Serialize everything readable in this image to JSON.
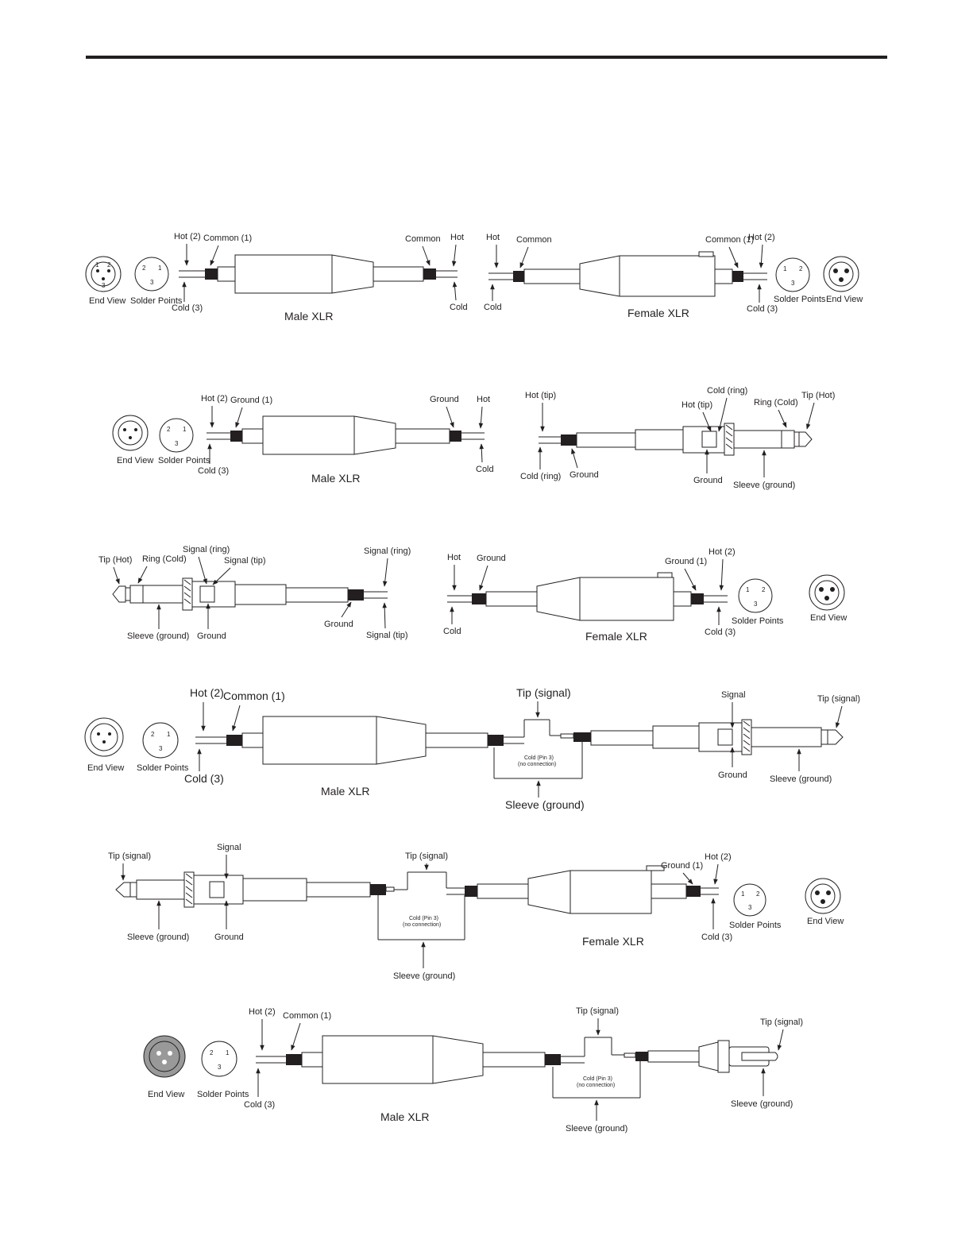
{
  "colors": {
    "ink": "#231f20",
    "paper": "#ffffff",
    "connector_fill": "#999999"
  },
  "diagram_1": {
    "male_xlr": {
      "hot": "Hot (2)",
      "common": "Common (1)",
      "cold": "Cold (3)",
      "end_view": "End View",
      "solder_points": "Solder Points",
      "title": "Male XLR",
      "far_common": "Common",
      "far_hot": "Hot",
      "far_cold": "Cold"
    },
    "female_xlr": {
      "hot": "Hot",
      "common": "Common",
      "cold": "Cold",
      "near_common": "Common (1)",
      "near_hot": "Hot (2)",
      "near_cold": "Cold (3)",
      "solder_points": "Solder Points",
      "end_view": "End View",
      "title": "Female XLR"
    }
  },
  "diagram_2": {
    "male_xlr": {
      "hot": "Hot (2)",
      "ground": "Ground (1)",
      "cold": "Cold (3)",
      "end_view": "End View",
      "solder_points": "Solder Points",
      "title": "Male XLR",
      "far_ground": "Ground",
      "far_hot": "Hot",
      "far_cold": "Cold"
    },
    "trs": {
      "hot_tip": "Hot (tip)",
      "cold_ring": "Cold (ring)",
      "ground": "Ground",
      "inner_hot_tip": "Hot (tip)",
      "inner_cold_ring": "Cold (ring)",
      "ring_cold": "Ring (Cold)",
      "tip_hot": "Tip (Hot)",
      "inner_ground": "Ground",
      "sleeve": "Sleeve (ground)"
    }
  },
  "diagram_3": {
    "trs": {
      "tip_hot": "Tip (Hot)",
      "ring_cold": "Ring (Cold)",
      "signal_ring": "Signal (ring)",
      "signal_tip": "Signal (tip)",
      "sleeve": "Sleeve (ground)",
      "ground": "Ground",
      "far_signal_ring": "Signal (ring)",
      "far_ground": "Ground",
      "far_signal_tip": "Signal (tip)"
    },
    "female_xlr": {
      "hot": "Hot",
      "ground": "Ground",
      "cold": "Cold",
      "near_ground": "Ground (1)",
      "near_hot": "Hot (2)",
      "near_cold": "Cold (3)",
      "solder_points": "Solder Points",
      "end_view": "End View",
      "title": "Female XLR"
    }
  },
  "diagram_4": {
    "hot": "Hot (2)",
    "common": "Common (1)",
    "cold": "Cold (3)",
    "end_view": "End View",
    "solder_points": "Solder Points",
    "title": "Male XLR",
    "tip_signal": "Tip (signal)",
    "cold_pin3": "Cold (Pin 3)",
    "no_connection": "(no connection)",
    "sleeve": "Sleeve (ground)",
    "signal": "Signal",
    "plug_tip": "Tip (signal)",
    "ground": "Ground",
    "plug_sleeve": "Sleeve (ground)"
  },
  "diagram_5": {
    "tip_signal": "Tip (signal)",
    "signal": "Signal",
    "sleeve": "Sleeve (ground)",
    "ground": "Ground",
    "mid_tip_signal": "Tip (signal)",
    "cold_pin3": "Cold (Pin 3)",
    "no_connection": "(no connection)",
    "mid_sleeve": "Sleeve (ground)",
    "title": "Female XLR",
    "near_ground": "Ground (1)",
    "near_hot": "Hot (2)",
    "near_cold": "Cold (3)",
    "solder_points": "Solder Points",
    "end_view": "End View"
  },
  "diagram_6": {
    "hot": "Hot (2)",
    "common": "Common (1)",
    "cold": "Cold (3)",
    "end_view": "End View",
    "solder_points": "Solder Points",
    "title": "Male XLR",
    "tip_signal": "Tip (signal)",
    "cold_pin3": "Cold (Pin 3)",
    "no_connection": "(no connection)",
    "sleeve": "Sleeve (ground)",
    "rca_tip": "Tip (signal)",
    "rca_sleeve": "Sleeve (ground)"
  },
  "pins": {
    "p1": "1",
    "p2": "2",
    "p3": "3"
  }
}
